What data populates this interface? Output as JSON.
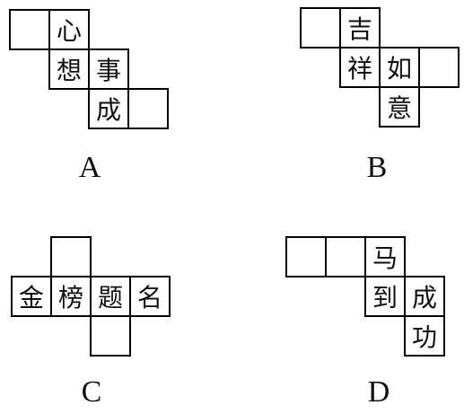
{
  "figures": [
    {
      "label": "A",
      "cells": [
        "",
        "心",
        "想",
        "事",
        "成",
        ""
      ]
    },
    {
      "label": "B",
      "cells": [
        "",
        "吉",
        "祥",
        "如",
        "",
        "意"
      ]
    },
    {
      "label": "C",
      "cells": [
        "",
        "金",
        "榜",
        "题",
        "名",
        ""
      ]
    },
    {
      "label": "D",
      "cells": [
        "",
        "",
        "马",
        "到",
        "成",
        "功"
      ]
    }
  ]
}
